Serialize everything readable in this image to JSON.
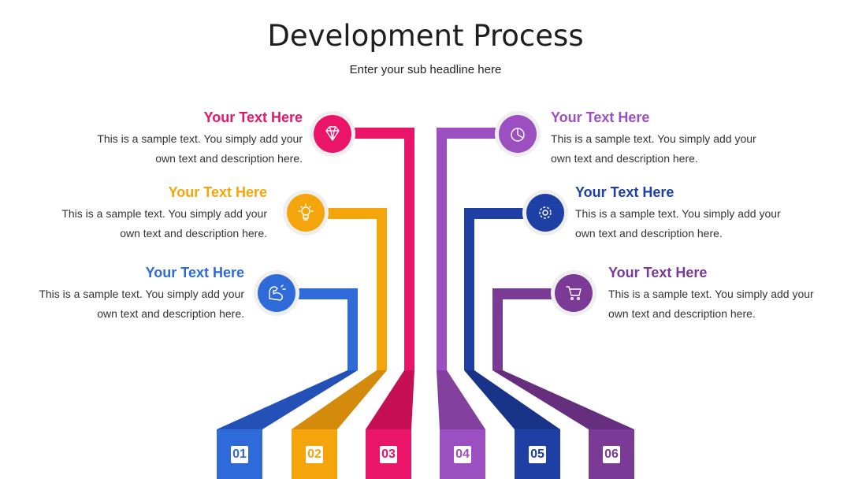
{
  "header": {
    "title": "Development Process",
    "subtitle": "Enter your sub headline here"
  },
  "steps": [
    {
      "number": "01",
      "heading": "Your Text Here",
      "body_line1": "This is a sample text. You simply add your",
      "body_line2": "own text and description here.",
      "color": "#2f6bd8",
      "icon": "muscle-arm-icon"
    },
    {
      "number": "02",
      "heading": "Your Text Here",
      "body_line1": "This is a sample text. You simply add your",
      "body_line2": "own text and description here.",
      "color": "#f5a50c",
      "icon": "lightbulb-icon"
    },
    {
      "number": "03",
      "heading": "Your Text Here",
      "body_line1": "This is a sample text. You simply add your",
      "body_line2": "own text and description here.",
      "color": "#ea1468",
      "icon": "diamond-icon"
    },
    {
      "number": "04",
      "heading": "Your Text Here",
      "body_line1": "This is a sample text. You simply add your",
      "body_line2": "own text and description here.",
      "color": "#9b4fc0",
      "icon": "pie-chart-icon"
    },
    {
      "number": "05",
      "heading": "Your Text Here",
      "body_line1": "This is a sample text. You simply add your",
      "body_line2": "own text and description here.",
      "color": "#1e3fa3",
      "icon": "gear-icon"
    },
    {
      "number": "06",
      "heading": "Your Text Here",
      "body_line1": "This is a sample text. You simply add your",
      "body_line2": "own text and description here.",
      "color": "#7a3a96",
      "icon": "shopping-cart-icon"
    }
  ]
}
